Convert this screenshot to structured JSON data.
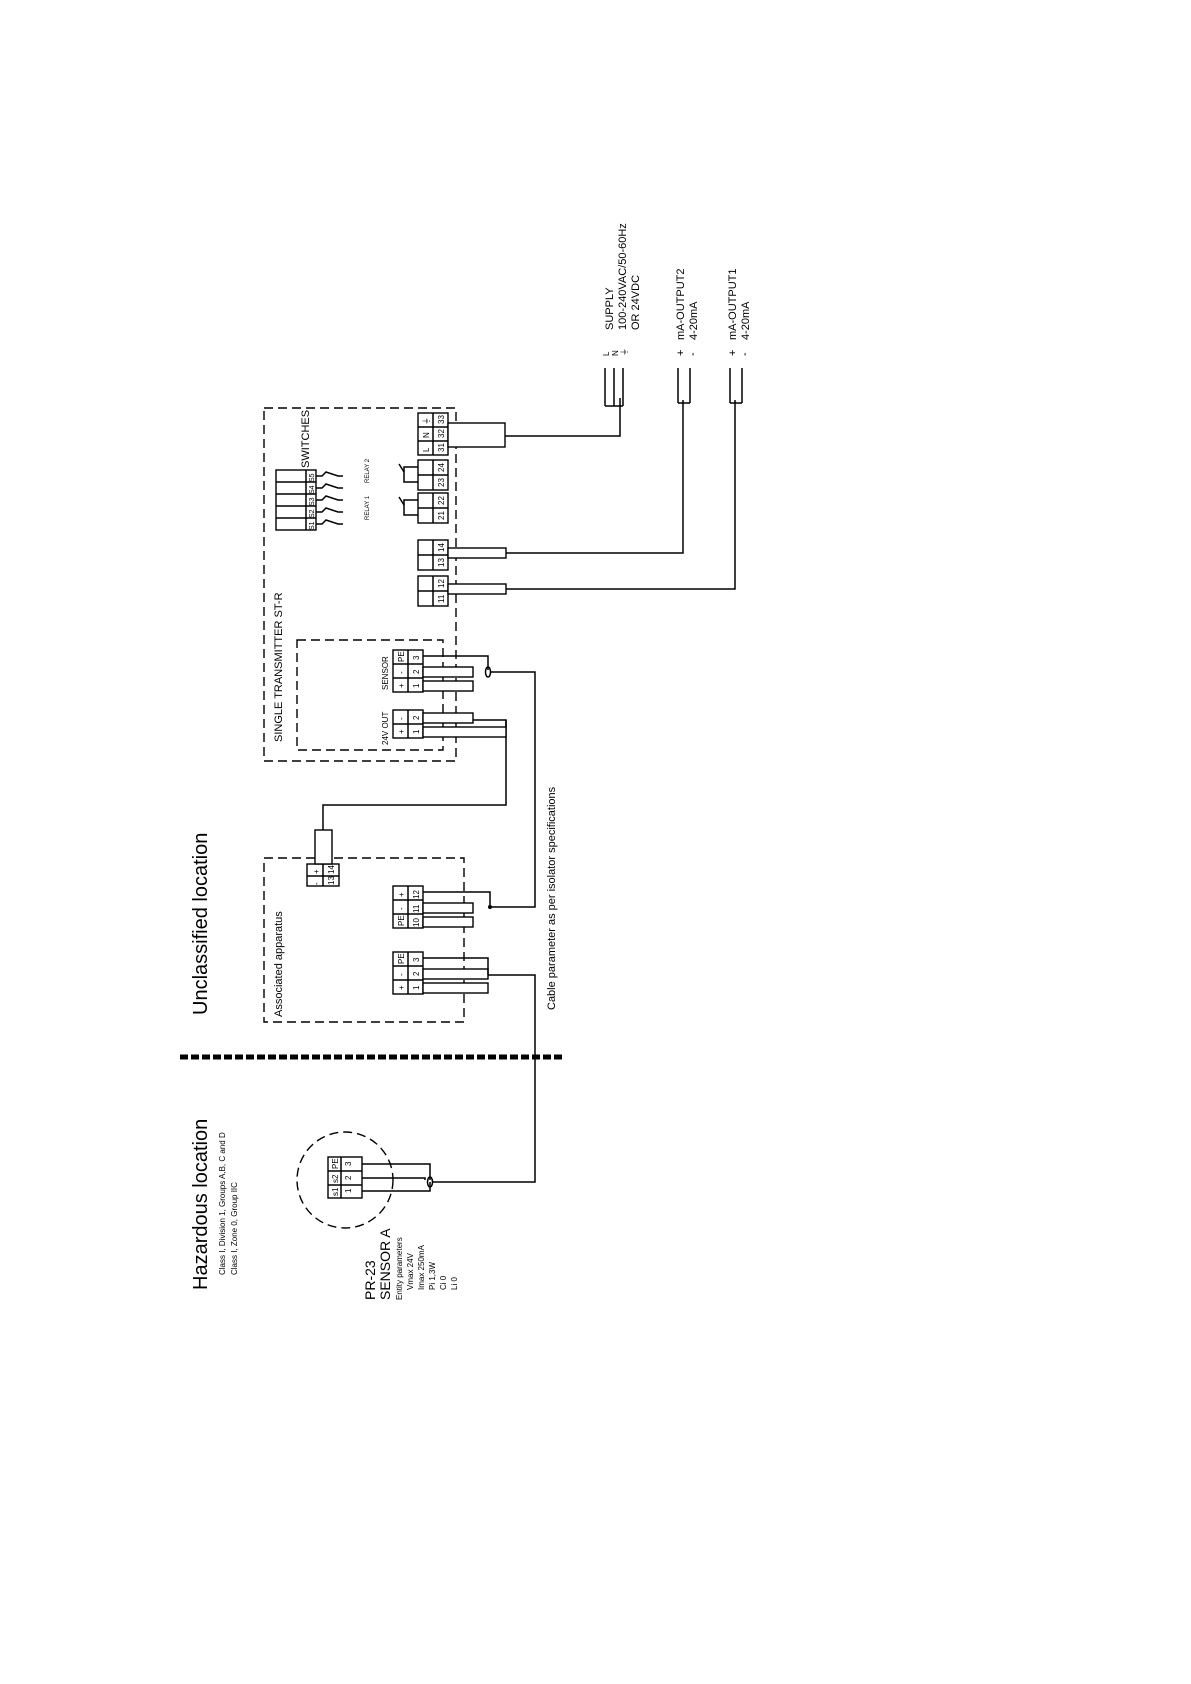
{
  "zones": {
    "hazardous": {
      "title": "Hazardous location",
      "line1": "Class I, Division 1, Groups A,B, C and D",
      "line2": "Class I, Zone 0, Group IIC"
    },
    "unclassified": {
      "title": "Unclassified location"
    }
  },
  "sensor": {
    "model": "PR-23",
    "name": "SENSOR A",
    "params_title": "Entity parameters",
    "params": [
      "Vmax 24V",
      "Imax 250mA",
      "Pi 1,3W",
      "Ci 0",
      "Li 0"
    ],
    "terminal_names": [
      "s1",
      "s2",
      "PE"
    ],
    "terminal_numbers": [
      "1",
      "2",
      "3"
    ]
  },
  "isolator": {
    "label": "Associated apparatus",
    "block_a_signs": [
      "+",
      "-",
      "PE"
    ],
    "block_a_numbers": [
      "1",
      "2",
      "3"
    ],
    "block_b_signs": [
      "PE",
      "-",
      "+"
    ],
    "block_b_numbers": [
      "10",
      "11",
      "12"
    ],
    "supply_signs": [
      "+",
      "-"
    ],
    "supply_numbers": [
      "14",
      "13"
    ]
  },
  "cable_note": "Cable parameter as per isolator specifications",
  "transmitter": {
    "title": "SINGLE TRANSMITTER ST-R",
    "out24_label": "24V OUT",
    "out24_signs": [
      "+",
      "-"
    ],
    "out24_numbers": [
      "1",
      "2"
    ],
    "sensor_label": "SENSOR",
    "sensor_signs": [
      "+",
      "-",
      "PE"
    ],
    "sensor_numbers": [
      "1",
      "2",
      "3"
    ],
    "out1_numbers": [
      "11",
      "12"
    ],
    "out2_numbers": [
      "13",
      "14"
    ],
    "relay1_numbers": [
      "21",
      "22"
    ],
    "relay2_numbers": [
      "23",
      "24"
    ],
    "relay1_label": "RELAY 1",
    "relay2_label": "RELAY 2",
    "supply_signs": [
      "L",
      "N",
      "⏚"
    ],
    "supply_numbers": [
      "31",
      "32",
      "33"
    ],
    "switches_label": "SWITCHES",
    "switch_numbers": [
      "S1",
      "S2",
      "S3",
      "S4",
      "S5"
    ]
  },
  "connections": {
    "supply": {
      "title": "SUPPLY",
      "line2": "100-240VAC/50-60Hz",
      "line3": "OR 24VDC",
      "pins": [
        "L",
        "N",
        "⏚"
      ]
    },
    "output2": {
      "title": "mA-OUTPUT2",
      "range": "4-20mA",
      "signs": [
        "+",
        "-"
      ]
    },
    "output1": {
      "title": "mA-OUTPUT1",
      "range": "4-20mA",
      "signs": [
        "+",
        "-"
      ]
    }
  }
}
